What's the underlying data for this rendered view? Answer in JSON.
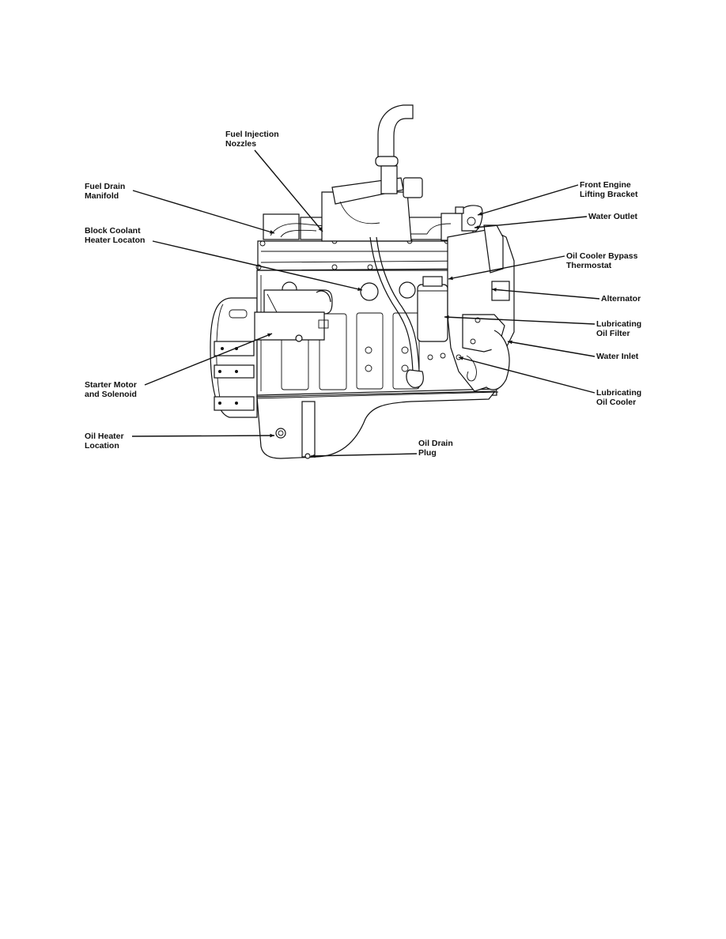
{
  "figure": {
    "title": "Engine component locations (left side view)",
    "line_color": "#111111",
    "background": "#ffffff"
  },
  "callouts": [
    {
      "id": "fuel-injection-nozzles",
      "lines": [
        "Fuel Injection",
        "Nozzles"
      ],
      "side": "top"
    },
    {
      "id": "fuel-drain-manifold",
      "lines": [
        "Fuel Drain",
        "Manifold"
      ],
      "side": "left"
    },
    {
      "id": "block-coolant-heater",
      "lines": [
        "Block Coolant",
        "Heater Locaton"
      ],
      "side": "left"
    },
    {
      "id": "starter-motor",
      "lines": [
        "Starter Motor",
        "and Solenoid"
      ],
      "side": "left"
    },
    {
      "id": "oil-heater",
      "lines": [
        "Oil Heater",
        "Location"
      ],
      "side": "left"
    },
    {
      "id": "oil-drain-plug",
      "lines": [
        "Oil Drain",
        "Plug"
      ],
      "side": "bottom"
    },
    {
      "id": "front-engine-lifting-bracket",
      "lines": [
        "Front Engine",
        "Lifting Bracket"
      ],
      "side": "right"
    },
    {
      "id": "water-outlet",
      "lines": [
        "Water Outlet"
      ],
      "side": "right"
    },
    {
      "id": "oil-cooler-bypass-thermostat",
      "lines": [
        "Oil Cooler Bypass",
        "Thermostat"
      ],
      "side": "right"
    },
    {
      "id": "alternator",
      "lines": [
        "Alternator"
      ],
      "side": "right"
    },
    {
      "id": "lubricating-oil-filter",
      "lines": [
        "Lubricating",
        "Oil Filter"
      ],
      "side": "right"
    },
    {
      "id": "water-inlet",
      "lines": [
        "Water Inlet"
      ],
      "side": "right"
    },
    {
      "id": "lubricating-oil-cooler",
      "lines": [
        "Lubricating",
        "Oil Cooler"
      ],
      "side": "right"
    }
  ]
}
